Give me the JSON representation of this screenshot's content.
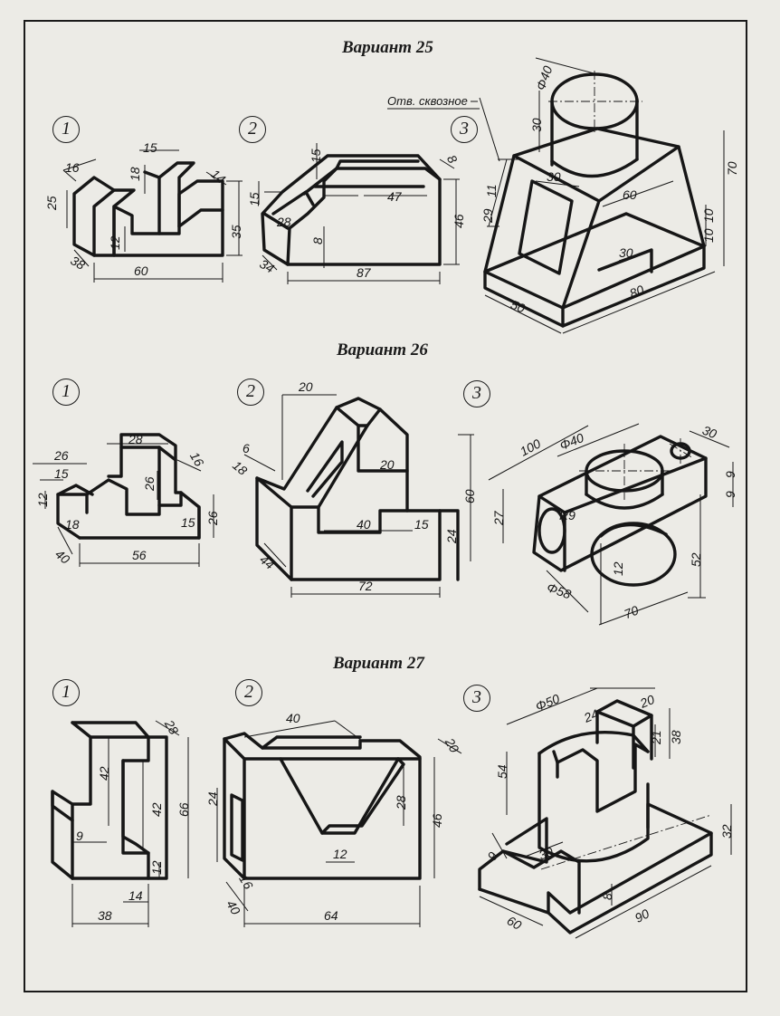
{
  "variants": [
    {
      "title": "Вариант 25",
      "parts": [
        {
          "number": "1",
          "dims": [
            "16",
            "25",
            "15",
            "18",
            "14",
            "35",
            "12",
            "38",
            "60"
          ]
        },
        {
          "number": "2",
          "dims": [
            "15",
            "8",
            "15",
            "47",
            "28",
            "8",
            "46",
            "34",
            "87"
          ]
        },
        {
          "number": "3",
          "note": "Отв. сквозное",
          "dims": [
            "Φ40",
            "30",
            "70",
            "30",
            "60",
            "11",
            "29",
            "10",
            "10",
            "30",
            "50",
            "80"
          ]
        }
      ]
    },
    {
      "title": "Вариант 26",
      "parts": [
        {
          "number": "1",
          "dims": [
            "28",
            "26",
            "15",
            "16",
            "26",
            "12",
            "18",
            "15",
            "26",
            "40",
            "56"
          ]
        },
        {
          "number": "2",
          "dims": [
            "20",
            "6",
            "18",
            "20",
            "60",
            "40",
            "15",
            "24",
            "44",
            "72"
          ]
        },
        {
          "number": "3",
          "dims": [
            "100",
            "Φ40",
            "30",
            "9",
            "9",
            "27",
            "R9",
            "52",
            "12",
            "Φ58",
            "70"
          ]
        }
      ]
    },
    {
      "title": "Вариант 27",
      "parts": [
        {
          "number": "1",
          "dims": [
            "28",
            "42",
            "42",
            "66",
            "9",
            "12",
            "38",
            "14"
          ]
        },
        {
          "number": "2",
          "dims": [
            "40",
            "20",
            "24",
            "28",
            "46",
            "12",
            "16",
            "40",
            "64"
          ]
        },
        {
          "number": "3",
          "dims": [
            "Φ50",
            "20",
            "24",
            "21",
            "38",
            "54",
            "9",
            "30",
            "32",
            "8",
            "60",
            "90"
          ]
        }
      ]
    }
  ]
}
